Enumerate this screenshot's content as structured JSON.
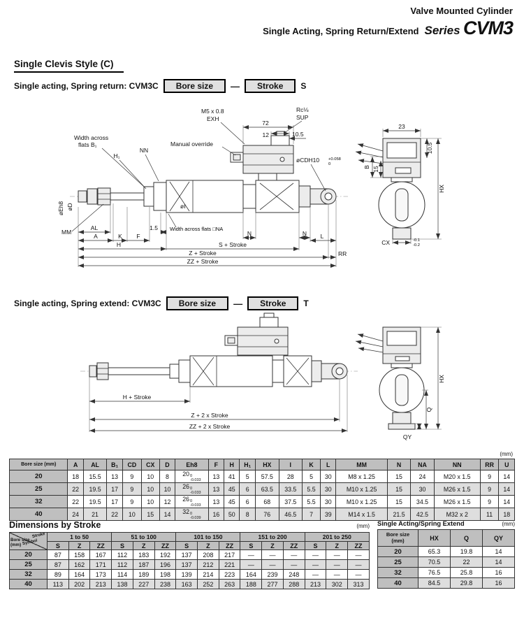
{
  "header": {
    "title_line1": "Valve Mounted Cylinder",
    "title_line2": "Single Acting, Spring Return/Extend",
    "series_word": "Series",
    "series_code": "CVM3"
  },
  "section": {
    "title": "Single Clevis Style (C)"
  },
  "ordering_return": {
    "prefix": "Single acting, Spring return: CVM3C",
    "bore_box": "Bore size",
    "dash": "—",
    "stroke_box": "Stroke",
    "suffix": "S"
  },
  "ordering_extend": {
    "prefix": "Single acting, Spring extend: CVM3C",
    "bore_box": "Bore size",
    "dash": "—",
    "stroke_box": "Stroke",
    "suffix": "T"
  },
  "drawing_return": {
    "m5": "M5 x 0.8",
    "exh": "EXH",
    "rc": "Rc⅛",
    "sup": "SUP",
    "dim_72": "72",
    "dim_12": "12",
    "dim_10_5": "10.5",
    "manual_override": "Manual override",
    "width_flats_line1": "Width across",
    "width_flats_line2": "flats B₁",
    "h1": "H₁",
    "nn": "NN",
    "ocd": "øCDH10",
    "ocd_tol_top": "+0.058",
    "ocd_tol_bot": "0",
    "oe": "øEh8",
    "od": "øD",
    "mm": "MM",
    "al": "AL",
    "a": "A",
    "k": "K",
    "f": "F",
    "dim_1_5": "1.5",
    "oi": "øI",
    "na_note": "Width across flats □NA",
    "n_left": "N",
    "n_right": "N",
    "l": "L",
    "h": "H",
    "s_stroke": "S + Stroke",
    "rr": "RR",
    "z_stroke": "Z + Stroke",
    "zz_stroke": "ZZ + Stroke",
    "side_23": "23",
    "side_10_5": "10.5",
    "side_b": "B",
    "side_15": "15",
    "side_hx": "HX",
    "side_cx": "CX",
    "cx_tol_top": "-0.1",
    "cx_tol_bot": "-0.2"
  },
  "drawing_extend": {
    "h_stroke": "H + Stroke",
    "z_stroke": "Z + 2 x Stroke",
    "zz_stroke": "ZZ + 2 x Stroke",
    "side_hx": "HX",
    "side_q": "Q",
    "side_qy": "QY"
  },
  "main_table": {
    "unit": "(mm)",
    "headers": [
      "Bore size (mm)",
      "A",
      "AL",
      "B₁",
      "CD",
      "CX",
      "D",
      "Eh8",
      "F",
      "H",
      "H₁",
      "HX",
      "I",
      "K",
      "L",
      "MM",
      "N",
      "NA",
      "NN",
      "RR",
      "U"
    ],
    "rows": [
      {
        "bore": "20",
        "cells": [
          "18",
          "15.5",
          "13",
          "9",
          "10",
          "8",
          [
            "20",
            "0",
            "-0.033"
          ],
          "13",
          "41",
          "5",
          "57.5",
          "28",
          "5",
          "30",
          "M8 x 1.25",
          "15",
          "24",
          "M20 x 1.5",
          "9",
          "14"
        ]
      },
      {
        "bore": "25",
        "cells": [
          "22",
          "19.5",
          "17",
          "9",
          "10",
          "10",
          [
            "26",
            "0",
            "-0.033"
          ],
          "13",
          "45",
          "6",
          "63.5",
          "33.5",
          "5.5",
          "30",
          "M10 x 1.25",
          "15",
          "30",
          "M26 x 1.5",
          "9",
          "14"
        ]
      },
      {
        "bore": "32",
        "cells": [
          "22",
          "19.5",
          "17",
          "9",
          "10",
          "12",
          [
            "26",
            "0",
            "-0.033"
          ],
          "13",
          "45",
          "6",
          "68",
          "37.5",
          "5.5",
          "30",
          "M10 x 1.25",
          "15",
          "34.5",
          "M26 x 1.5",
          "9",
          "14"
        ]
      },
      {
        "bore": "40",
        "cells": [
          "24",
          "21",
          "22",
          "10",
          "15",
          "14",
          [
            "32",
            "0",
            "-0.039"
          ],
          "16",
          "50",
          "8",
          "76",
          "46.5",
          "7",
          "39",
          "M14 x 1.5",
          "21.5",
          "42.5",
          "M32 x 2",
          "11",
          "18"
        ]
      }
    ]
  },
  "stroke_table": {
    "title": "Dimensions by Stroke",
    "unit": "(mm)",
    "corner_label": "Bore size (mm)",
    "corner_diag_top": "Stroke",
    "corner_diag_bottom": "Symbol",
    "groups": [
      "1 to 50",
      "51 to 100",
      "101 to 150",
      "151 to 200",
      "201 to 250"
    ],
    "sub_headers": [
      "S",
      "Z",
      "ZZ"
    ],
    "rows": [
      {
        "bore": "20",
        "cells": [
          "87",
          "158",
          "167",
          "112",
          "183",
          "192",
          "137",
          "208",
          "217",
          "—",
          "—",
          "—",
          "—",
          "—",
          "—"
        ]
      },
      {
        "bore": "25",
        "cells": [
          "87",
          "162",
          "171",
          "112",
          "187",
          "196",
          "137",
          "212",
          "221",
          "—",
          "—",
          "—",
          "—",
          "—",
          "—"
        ]
      },
      {
        "bore": "32",
        "cells": [
          "89",
          "164",
          "173",
          "114",
          "189",
          "198",
          "139",
          "214",
          "223",
          "164",
          "239",
          "248",
          "—",
          "—",
          "—"
        ]
      },
      {
        "bore": "40",
        "cells": [
          "113",
          "202",
          "213",
          "138",
          "227",
          "238",
          "163",
          "252",
          "263",
          "188",
          "277",
          "288",
          "213",
          "302",
          "313"
        ]
      }
    ]
  },
  "extend_table": {
    "title": "Single Acting/Spring Extend",
    "unit": "(mm)",
    "headers": [
      "Bore size (mm)",
      "HX",
      "Q",
      "QY"
    ],
    "rows": [
      {
        "bore": "20",
        "cells": [
          "65.3",
          "19.8",
          "14"
        ]
      },
      {
        "bore": "25",
        "cells": [
          "70.5",
          "22",
          "14"
        ]
      },
      {
        "bore": "32",
        "cells": [
          "76.5",
          "25.8",
          "16"
        ]
      },
      {
        "bore": "40",
        "cells": [
          "84.5",
          "29.8",
          "16"
        ]
      }
    ]
  }
}
